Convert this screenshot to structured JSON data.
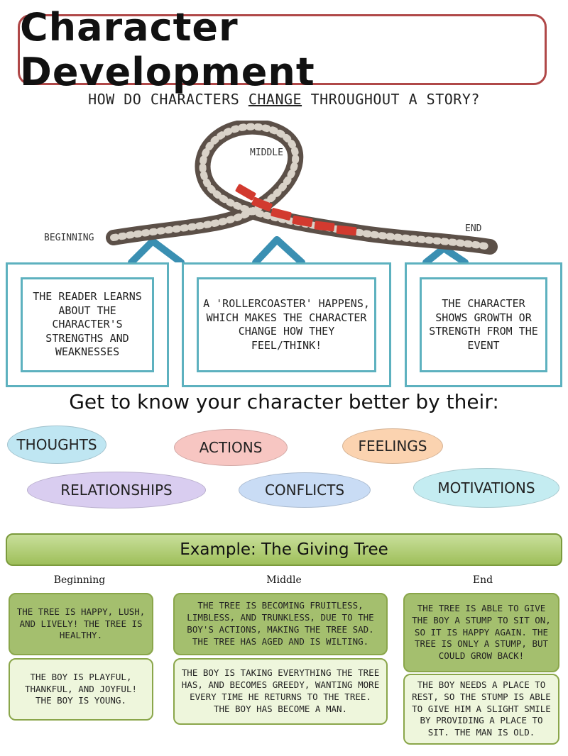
{
  "title": "Character Development",
  "question": {
    "before": "HOW DO CHARACTERS ",
    "emphasis": "CHANGE",
    "after": " THROUGHOUT A STORY?"
  },
  "coaster": {
    "labels": {
      "beginning": "BEGINNING",
      "middle": "MIDDLE",
      "end": "END"
    },
    "colors": {
      "track": "#5c5048",
      "cars": "#d23a2f",
      "supports": "#3a8fb2"
    }
  },
  "stages": [
    {
      "id": "beginning",
      "text": "The reader learns about the character's strengths and weaknesses"
    },
    {
      "id": "middle",
      "text": "A 'rollercoaster' happens, which makes the character change how they feel/think!"
    },
    {
      "id": "end",
      "text": "The character shows growth or strength from the event"
    }
  ],
  "know_heading": "Get to know your character better by their:",
  "traits": [
    {
      "label": "THOUGHTS",
      "color": "#bfe6f2"
    },
    {
      "label": "ACTIONS",
      "color": "#f7c6c2"
    },
    {
      "label": "FEELINGS",
      "color": "#fbd3b0"
    },
    {
      "label": "RELATIONSHIPS",
      "color": "#d9cdf0"
    },
    {
      "label": "CONFLICTS",
      "color": "#c9dcf5"
    },
    {
      "label": "MOTIVATIONS",
      "color": "#c4ecf1"
    }
  ],
  "example": {
    "title": "Example: The Giving Tree",
    "columns": [
      {
        "label": "Beginning",
        "tree": "The tree is happy, lush, and lively! The tree is healthy.",
        "boy": "The boy is playful, thankful, and joyful! The boy is young."
      },
      {
        "label": "Middle",
        "tree": "The tree is becoming fruitless, limbless, and trunkless, due to the boy's actions, making the tree sad. The tree has aged and is wilting.",
        "boy": "The boy is taking everything the tree has, and becomes greedy, wanting more every time he returns to the tree. The boy has become a man."
      },
      {
        "label": "End",
        "tree": "The tree is able to give the boy a stump to sit on, so it is happy again. The tree is only a stump, but could grow back!",
        "boy": "The boy needs a place to rest, so the stump is able to give him a slight smile by providing a place to sit. The man is old."
      }
    ]
  }
}
